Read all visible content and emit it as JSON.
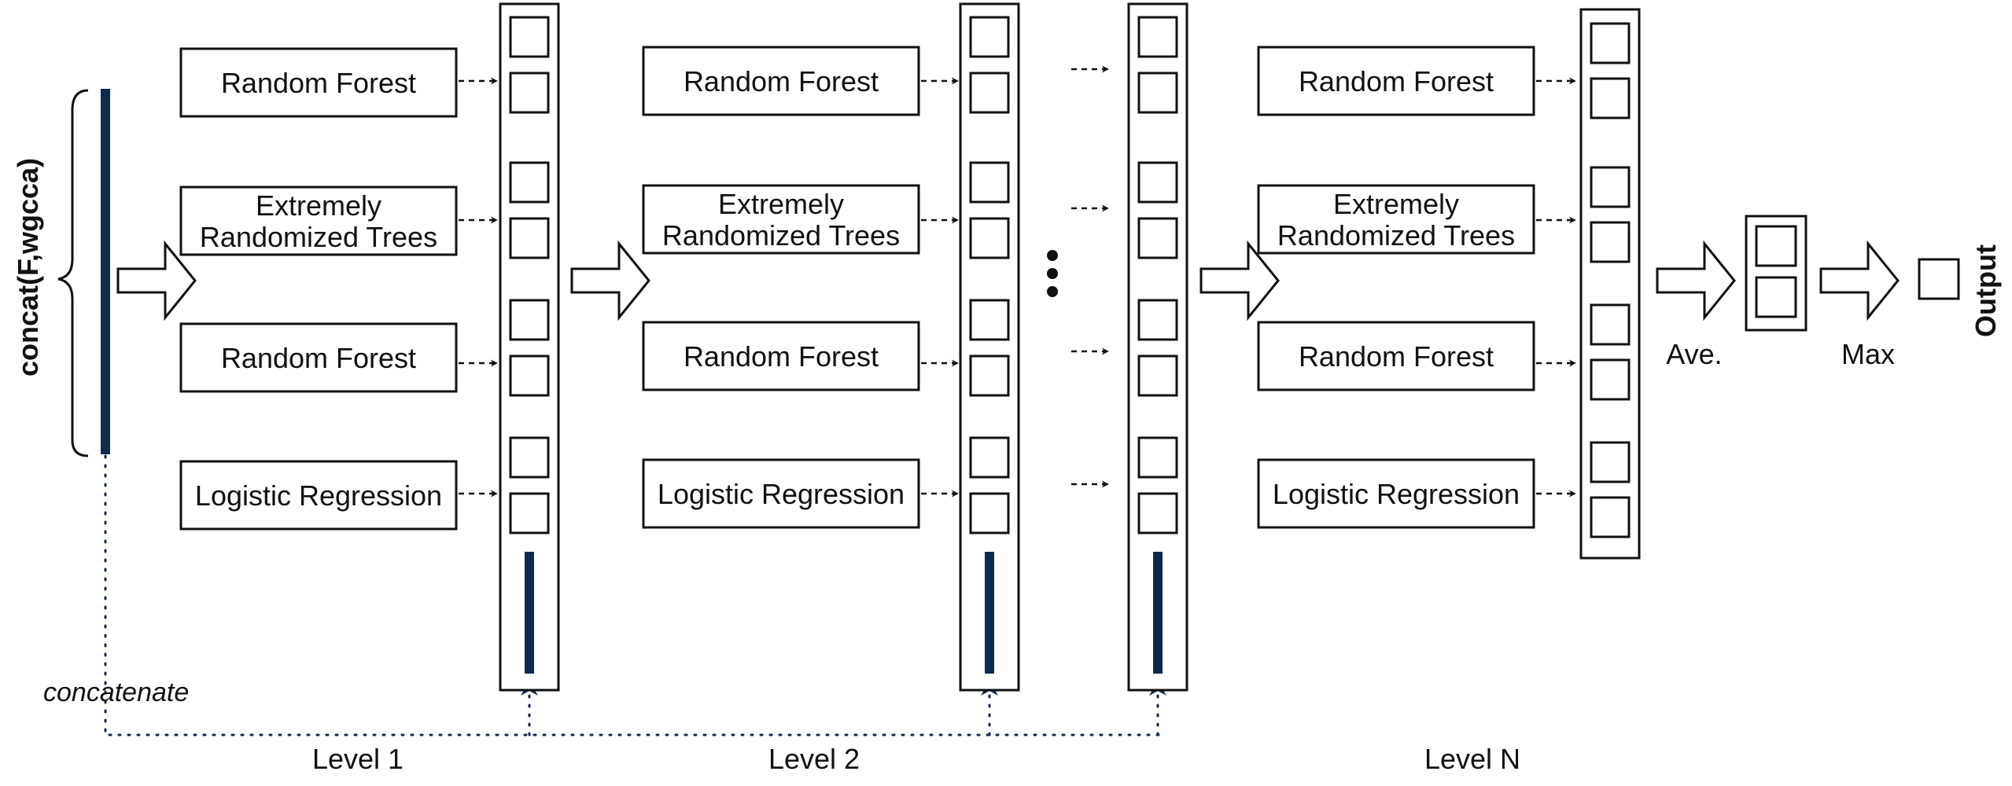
{
  "input": {
    "label": "concat(F,wgcca)",
    "concatenate_label": "concatenate"
  },
  "levels": [
    {
      "name": "Level 1",
      "estimators": [
        "Random Forest",
        "Extremely\nRandomized Trees",
        "Random Forest",
        "Logistic Regression"
      ]
    },
    {
      "name": "Level 2",
      "estimators": [
        "Random Forest",
        "Extremely\nRandomized Trees",
        "Random Forest",
        "Logistic Regression"
      ]
    },
    {
      "name": "Level N",
      "estimators": [
        "Random Forest",
        "Extremely\nRandomized Trees",
        "Random Forest",
        "Logistic Regression"
      ]
    }
  ],
  "final": {
    "average_label": "Ave.",
    "max_label": "Max",
    "output_label": "Output"
  },
  "colors": {
    "feature_bar": "#0f2a4d",
    "stroke": "#111111"
  }
}
